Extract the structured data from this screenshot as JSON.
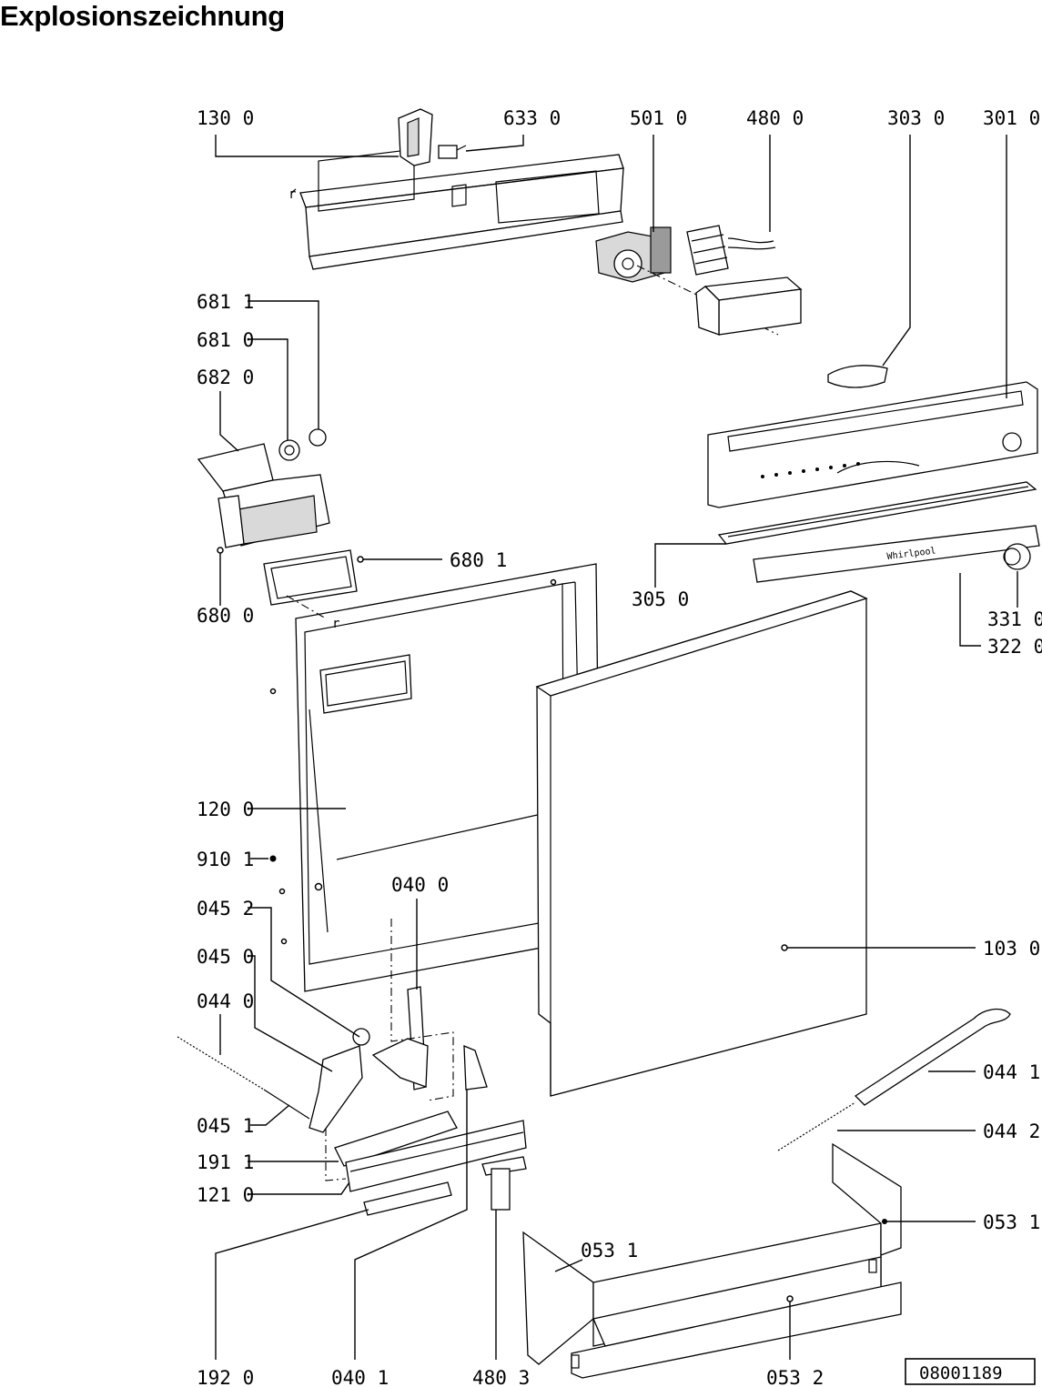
{
  "page": {
    "title": "Explosionszeichnung",
    "drawing_number": "08001189"
  },
  "callouts": [
    {
      "id": "c1300",
      "text": "130 0"
    },
    {
      "id": "c6330",
      "text": "633 0"
    },
    {
      "id": "c5010",
      "text": "501 0"
    },
    {
      "id": "c4800",
      "text": "480 0"
    },
    {
      "id": "c3030",
      "text": "303 0"
    },
    {
      "id": "c3010",
      "text": "301 0"
    },
    {
      "id": "c6811",
      "text": "681 1"
    },
    {
      "id": "c6810",
      "text": "681 0"
    },
    {
      "id": "c6820",
      "text": "682 0"
    },
    {
      "id": "c6801",
      "text": "680 1"
    },
    {
      "id": "c6800",
      "text": "680 0"
    },
    {
      "id": "c3050",
      "text": "305 0"
    },
    {
      "id": "c3310",
      "text": "331 0"
    },
    {
      "id": "c3220",
      "text": "322 0"
    },
    {
      "id": "c1200",
      "text": "120 0"
    },
    {
      "id": "c9101",
      "text": "910 1"
    },
    {
      "id": "c0400",
      "text": "040 0"
    },
    {
      "id": "c0452",
      "text": "045 2"
    },
    {
      "id": "c0450",
      "text": "045 0"
    },
    {
      "id": "c1030",
      "text": "103 0"
    },
    {
      "id": "c0440",
      "text": "044 0"
    },
    {
      "id": "c0441",
      "text": "044 1"
    },
    {
      "id": "c0451",
      "text": "045 1"
    },
    {
      "id": "c0442",
      "text": "044 2"
    },
    {
      "id": "c1911",
      "text": "191 1"
    },
    {
      "id": "c1210",
      "text": "121 0"
    },
    {
      "id": "c0531r",
      "text": "053 1"
    },
    {
      "id": "c0531l",
      "text": "053 1"
    },
    {
      "id": "c1920",
      "text": "192 0"
    },
    {
      "id": "c0401",
      "text": "040 1"
    },
    {
      "id": "c4803",
      "text": "480 3"
    },
    {
      "id": "c0532",
      "text": "053 2"
    }
  ],
  "panel_brand": "Whirlpool"
}
